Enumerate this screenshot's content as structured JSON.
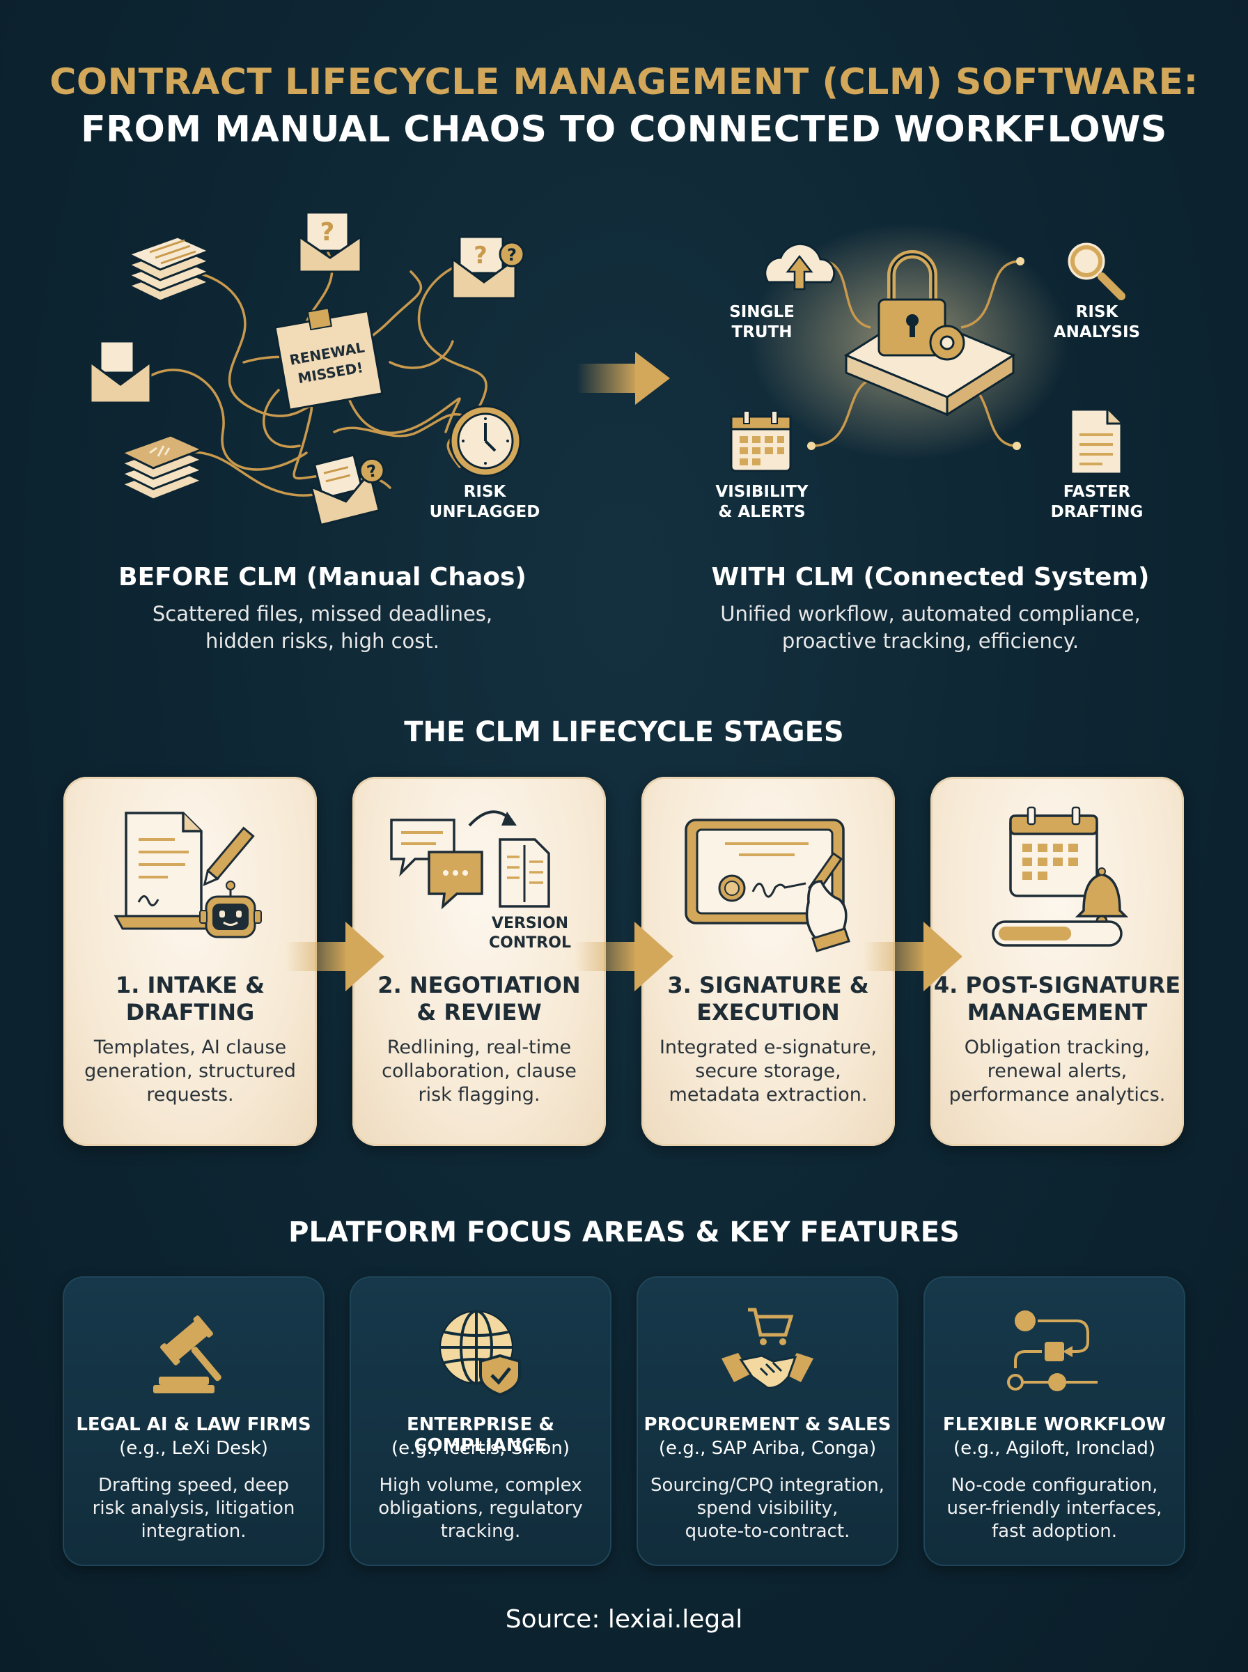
{
  "header": {
    "title_line1": "CONTRACT LIFECYCLE MANAGEMENT (CLM) SOFTWARE:",
    "title_line2": "FROM MANUAL CHAOS TO CONNECTED WORKFLOWS"
  },
  "before": {
    "note_line1": "RENEWAL",
    "note_line2": "MISSED!",
    "risk_label_line1": "RISK",
    "risk_label_line2": "UNFLAGGED",
    "heading": "BEFORE CLM (Manual Chaos)",
    "desc_line1": "Scattered files, missed deadlines,",
    "desc_line2": "hidden risks, high cost."
  },
  "with": {
    "single_truth_line1": "SINGLE",
    "single_truth_line2": "TRUTH",
    "risk_analysis_line1": "RISK",
    "risk_analysis_line2": "ANALYSIS",
    "visibility_line1": "VISIBILITY",
    "visibility_line2": "& ALERTS",
    "drafting_line1": "FASTER",
    "drafting_line2": "DRAFTING",
    "heading": "WITH CLM (Connected System)",
    "desc_line1": "Unified workflow, automated compliance,",
    "desc_line2": "proactive tracking, efficiency."
  },
  "lifecycle": {
    "title": "THE CLM LIFECYCLE STAGES",
    "version_control_line1": "VERSION",
    "version_control_line2": "CONTROL",
    "stages": [
      {
        "title_line1": "1. INTAKE &",
        "title_line2": "DRAFTING",
        "desc": [
          "Templates, AI clause",
          "generation, structured",
          "requests."
        ]
      },
      {
        "title_line1": "2. NEGOTIATION",
        "title_line2": "& REVIEW",
        "desc": [
          "Redlining, real-time",
          "collaboration, clause",
          "risk flagging."
        ]
      },
      {
        "title_line1": "3. SIGNATURE &",
        "title_line2": "EXECUTION",
        "desc": [
          "Integrated e-signature,",
          "secure storage,",
          "metadata extraction."
        ]
      },
      {
        "title_line1": "4. POST-SIGNATURE",
        "title_line2": "MANAGEMENT",
        "desc": [
          "Obligation tracking,",
          "renewal alerts,",
          "performance analytics."
        ]
      }
    ]
  },
  "platforms": {
    "title": "PLATFORM FOCUS AREAS & KEY FEATURES",
    "items": [
      {
        "title": "LEGAL AI & LAW FIRMS",
        "example": "(e.g., LeXi Desk)",
        "desc": [
          "Drafting speed, deep",
          "risk analysis, litigation",
          "integration."
        ],
        "icon": "gavel-icon"
      },
      {
        "title": "ENTERPRISE & COMPLIANCE",
        "example": "(e.g., Icertis, Sirion)",
        "desc": [
          "High volume, complex",
          "obligations, regulatory",
          "tracking."
        ],
        "icon": "globe-shield-icon"
      },
      {
        "title": "PROCUREMENT & SALES",
        "example": "(e.g., SAP Ariba, Conga)",
        "desc": [
          "Sourcing/CPQ integration,",
          "spend visibility,",
          "quote-to-contract."
        ],
        "icon": "handshake-cart-icon"
      },
      {
        "title": "FLEXIBLE WORKFLOW",
        "example": "(e.g., Agiloft, Ironclad)",
        "desc": [
          "No-code configuration,",
          "user-friendly interfaces,",
          "fast adoption."
        ],
        "icon": "workflow-icon"
      }
    ]
  },
  "footer": {
    "source": "Source: lexiai.legal"
  },
  "colors": {
    "background": "#0d2532",
    "gold": "#d4a85a",
    "card_cream": "#f7ead6",
    "card_dark": "#16384a"
  }
}
